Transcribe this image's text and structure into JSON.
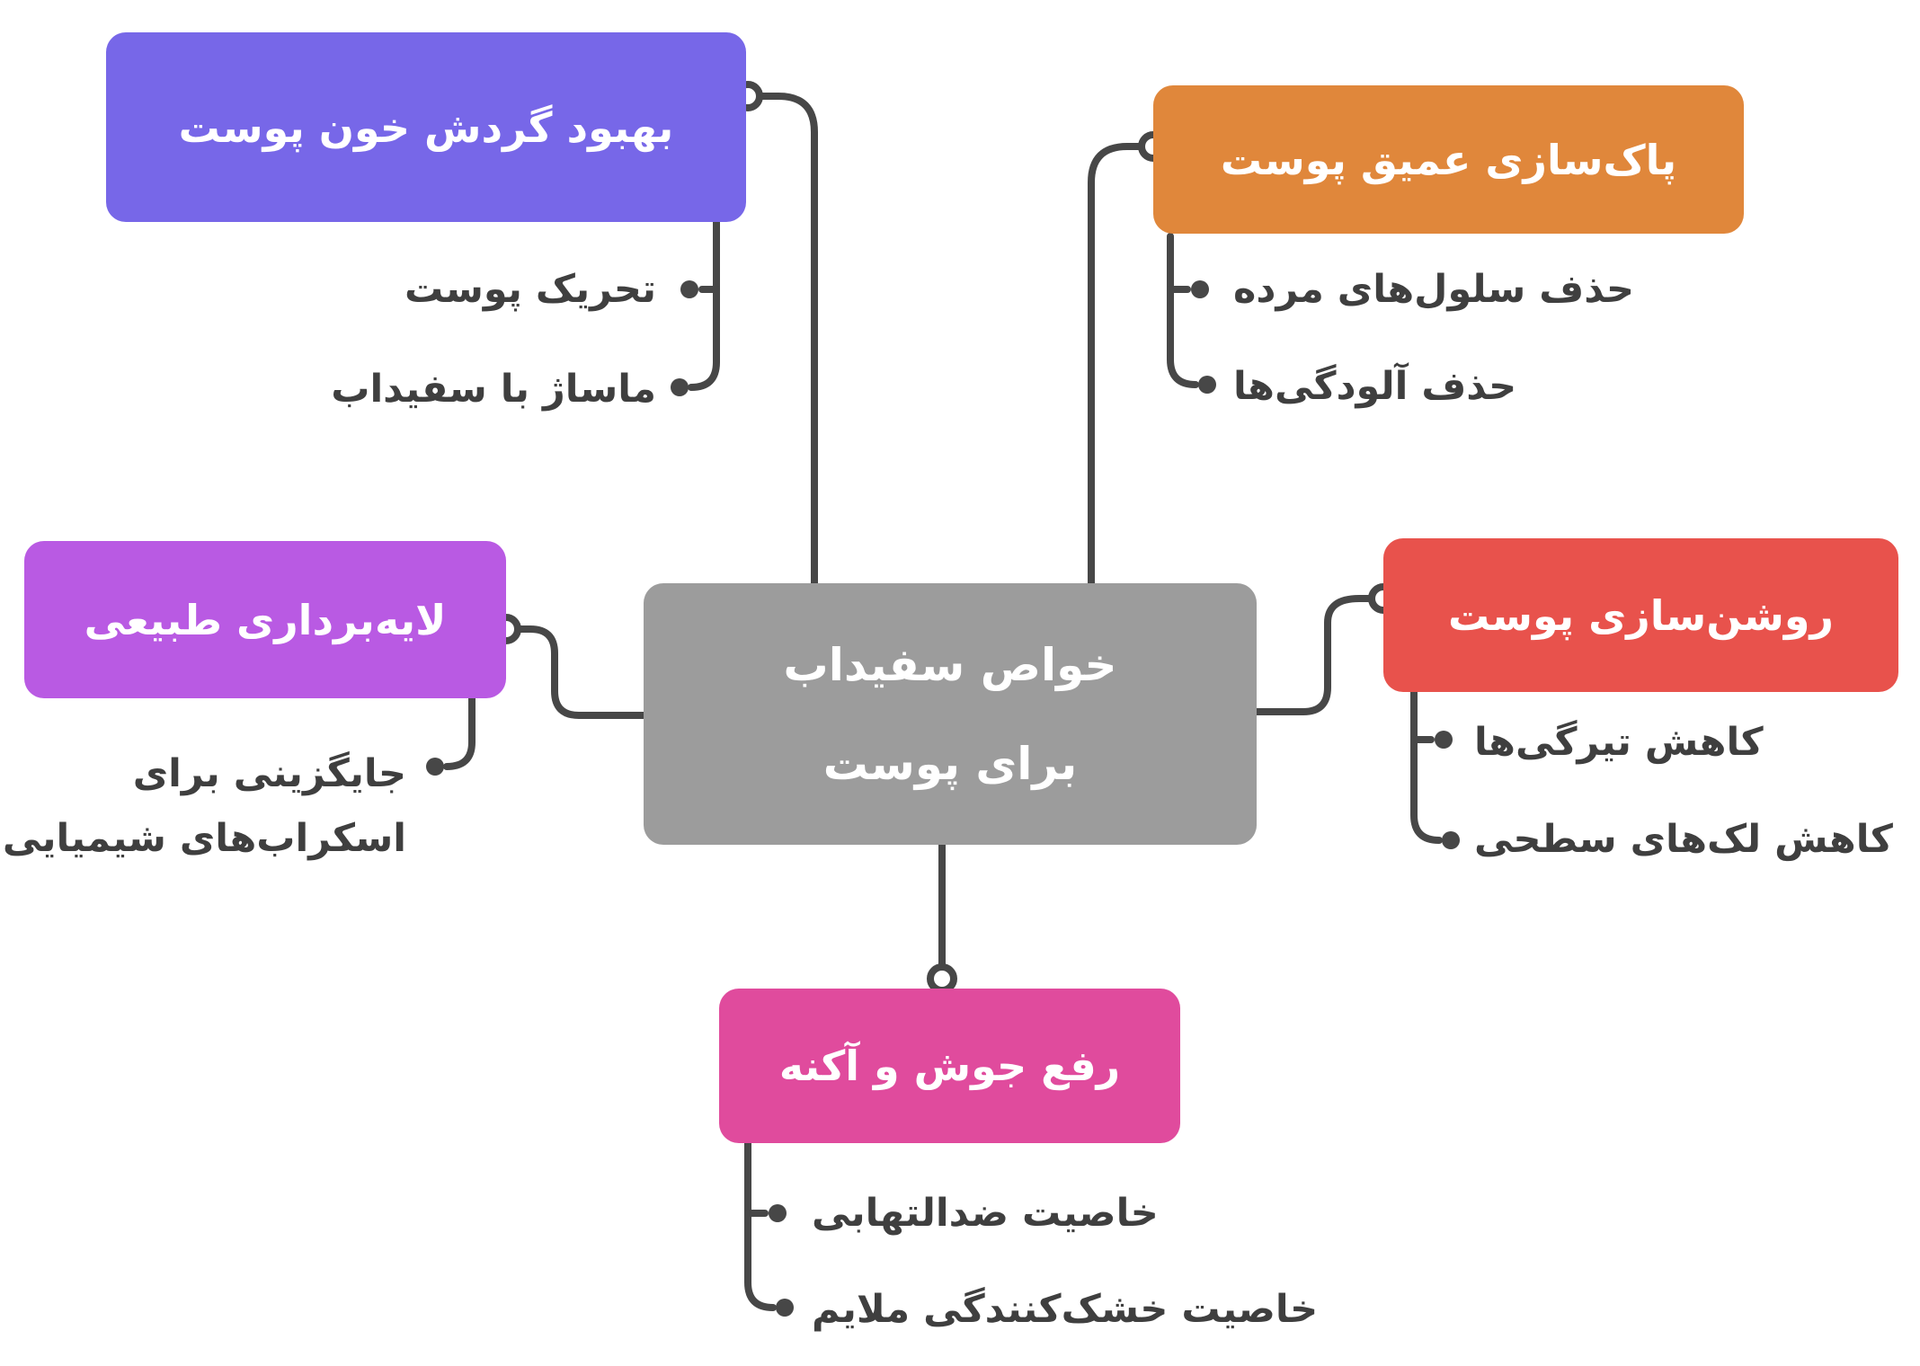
{
  "canvas": {
    "background": "#ffffff",
    "connector_color": "#474747",
    "child_text_color": "#3f3f3f"
  },
  "center": {
    "label": "خواص سفیداب برای پوست",
    "line1": "خواص سفیداب",
    "line2": "برای پوست",
    "color": "#9c9c9c"
  },
  "branches": [
    {
      "id": "blood-circulation",
      "label": "بهبود گردش خون پوست",
      "color": "#7767e8",
      "children": [
        "تحریک پوست",
        "ماساژ با سفیداب"
      ]
    },
    {
      "id": "deep-cleansing",
      "label": "پاک‌سازی عمیق پوست",
      "color": "#e0873b",
      "children": [
        "حذف سلول‌های مرده",
        "حذف آلودگی‌ها"
      ]
    },
    {
      "id": "natural-exfoliation",
      "label": "لایه‌برداری طبیعی",
      "color": "#b95ae3",
      "children": [
        "جایگزینی برای اسکراب‌های شیمیایی"
      ]
    },
    {
      "id": "skin-brightening",
      "label": "روشن‌سازی پوست",
      "color": "#e8524c",
      "children": [
        "کاهش تیرگی‌ها",
        "کاهش لک‌های سطحی"
      ]
    },
    {
      "id": "acne-removal",
      "label": "رفع جوش و آکنه",
      "color": "#e04b9d",
      "children": [
        "خاصیت ضدالتهابی",
        "خاصیت خشک‌کنندگی ملایم"
      ]
    }
  ]
}
